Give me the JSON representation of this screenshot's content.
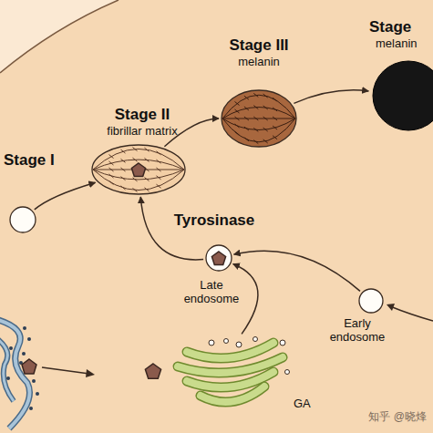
{
  "diagram": {
    "nodes": [
      {
        "text": [
          "Stage I"
        ]
      },
      {
        "text": [
          "Stage II",
          "fibrillar matrix"
        ]
      },
      {
        "text": [
          "Stage III",
          "melanin"
        ]
      },
      {
        "text": [
          "Stage",
          "melanin"
        ]
      },
      {
        "text": [
          "Tyrosinase",
          "Late endosome"
        ]
      },
      {
        "text": [
          "Early endosome"
        ]
      },
      {
        "text": [
          "GA"
        ]
      }
    ],
    "edges": [
      {
        "from": 0,
        "to": 1,
        "arrow": "to"
      },
      {
        "from": 1,
        "to": 2,
        "arrow": "to"
      },
      {
        "from": 2,
        "to": 3,
        "arrow": "to"
      },
      {
        "from": 4,
        "to": 1,
        "arrow": "to"
      },
      {
        "from": 5,
        "to": 4,
        "arrow": "to"
      },
      {
        "from": 6,
        "to": 4,
        "arrow": "to"
      }
    ],
    "labels": [
      "知乎 @晓烽"
    ]
  }
}
